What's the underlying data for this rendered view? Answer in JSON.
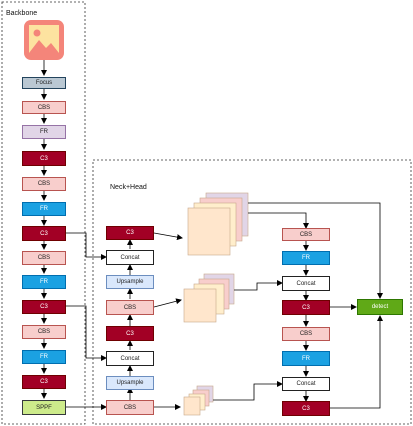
{
  "backbone": {
    "title": "Backbone",
    "focus": "Focus",
    "cbs1": "CBS",
    "fr1": "FR",
    "c3_1": "C3",
    "cbs2": "CBS",
    "fr2": "FR",
    "c3_2": "C3",
    "cbs3": "CBS",
    "fr3": "FR",
    "c3_3": "C3",
    "cbs4": "CBS",
    "fr4": "FR",
    "c3_4": "C3",
    "sppf": "SPPF"
  },
  "neck": {
    "title": "Neck+Head",
    "c3_top": "C3",
    "concat1": "Concat",
    "upsample1": "Upsample",
    "cbs_mid": "CBS",
    "concat2": "Concat",
    "upsample2": "Upsample",
    "cbs_bottom": "CBS",
    "r_cbs1": "CBS",
    "r_fr1": "FR",
    "r_concat1": "Concat",
    "r_c3_1": "C3",
    "r_cbs2": "CBS",
    "r_fr2": "FR",
    "r_concat2": "Concat",
    "r_c3_2": "C3",
    "detect": "detect"
  },
  "colors": {
    "cbs": "#f8cecc",
    "c3": "#a20025",
    "fr_blue": "#1ba1e2",
    "fr_lavender": "#e1d5e7",
    "focus": "#bac8d3",
    "upsample": "#dae8fc",
    "detect": "#60a917",
    "sppf": "#cdeb8b",
    "feature_map": "#ffe6cc"
  }
}
